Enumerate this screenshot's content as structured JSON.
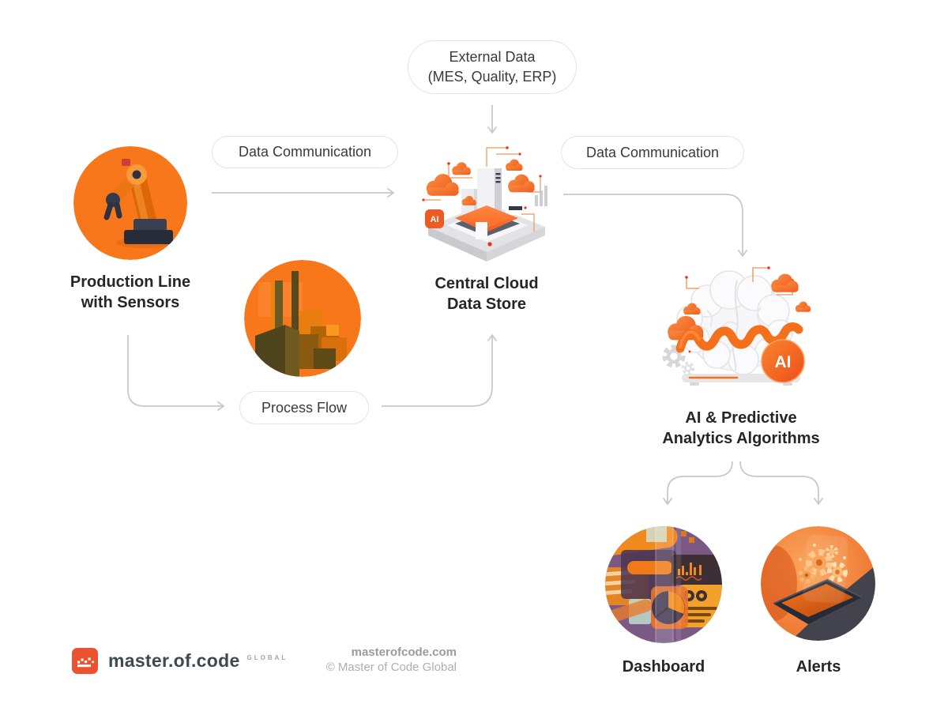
{
  "nodes": {
    "external_data": {
      "line1": "External Data",
      "line2": "(MES, Quality, ERP)"
    },
    "production_line": {
      "line1": "Production Line",
      "line2": "with Sensors"
    },
    "central_cloud": {
      "line1": "Central Cloud",
      "line2": "Data Store"
    },
    "ai_analytics": {
      "line1": "AI & Predictive",
      "line2": "Analytics Algorithms"
    },
    "dashboard": {
      "label": "Dashboard"
    },
    "alerts": {
      "label": "Alerts"
    }
  },
  "edges": {
    "data_communication_left": {
      "label": "Data Communication"
    },
    "data_communication_right": {
      "label": "Data Communication"
    },
    "process_flow": {
      "label": "Process Flow"
    }
  },
  "badges": {
    "ai": "AI"
  },
  "footer": {
    "logo_text": "master.of.code",
    "logo_suffix": "GLOBAL",
    "website": "masterofcode.com",
    "copyright": "© Master of Code Global"
  },
  "colors": {
    "brand_orange": "#F8771B",
    "deep_orange": "#EE5A1F",
    "arrow_gray": "#C9C9C9",
    "text_dark": "#262626",
    "logo_orange": "#EA5230",
    "pill_border": "#E3E3E3"
  }
}
